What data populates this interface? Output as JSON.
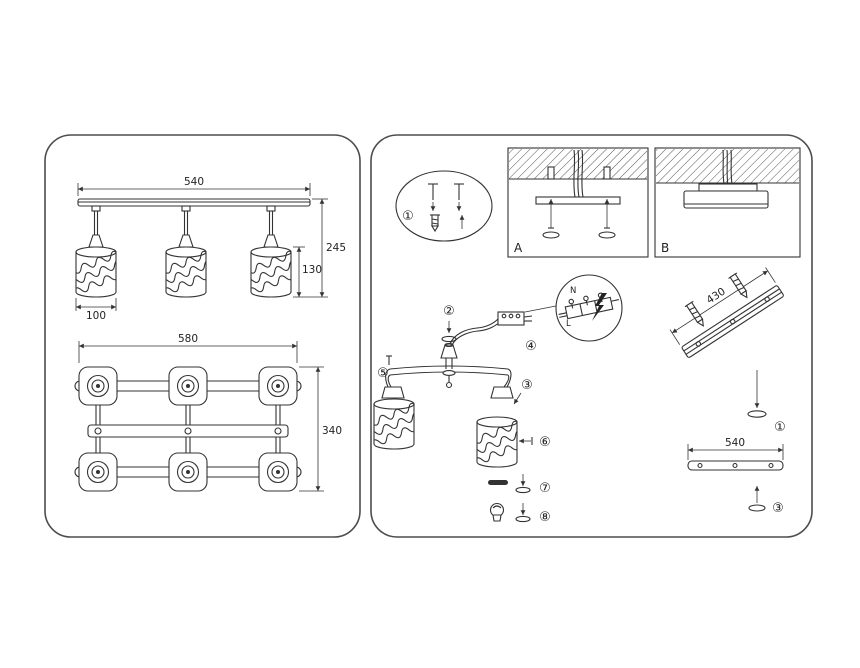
{
  "diagram": {
    "front_view": {
      "dim_bar_length": "540",
      "dim_total_drop": "245",
      "dim_shade_height": "130",
      "dim_shade_width": "100"
    },
    "plan_view": {
      "dim_width": "580",
      "dim_depth": "340"
    },
    "install": {
      "step1": "①",
      "step2": "②",
      "step3": "③",
      "step4": "④",
      "step5": "⑤",
      "step6": "⑥",
      "step7": "⑦",
      "step8": "⑧",
      "panel_a": "A",
      "panel_b": "B",
      "dim_bracket": "430",
      "dim_bar": "540",
      "terminal_n": "N",
      "terminal_l": "L",
      "anchor_step": "①",
      "bar_step": "③"
    }
  }
}
